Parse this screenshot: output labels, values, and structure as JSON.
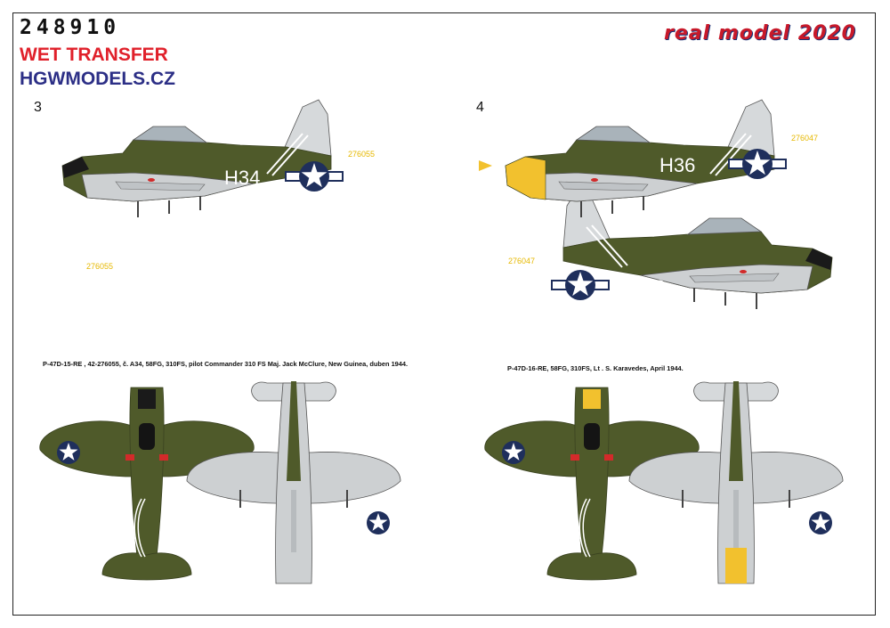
{
  "header": {
    "code": "248910",
    "transfer": "WET TRANSFER",
    "website": "HGWMODELS.CZ",
    "brand": "real model 2020"
  },
  "schemes": [
    {
      "number": "3",
      "code": "H34",
      "serial": "276055",
      "caption": "P-47D-15-RE , 42-276055, č. A34, 58FG, 310FS, pilot Commander 310 FS  Maj. Jack McClure, New Guinea, duben 1944.",
      "cowl": "#1a1a1a"
    },
    {
      "number": "4",
      "code": "H36",
      "serial": "276047",
      "caption": "P-47D-16-RE, 58FG, 310FS, Lt . S. Karavedes, April 1944.",
      "cowl": "#f2c12e"
    }
  ],
  "colors": {
    "olive": "#4f5a2a",
    "grey": "#cdd0d2",
    "insignia_blue": "#1f2f5c",
    "yellow": "#f2c12e"
  }
}
